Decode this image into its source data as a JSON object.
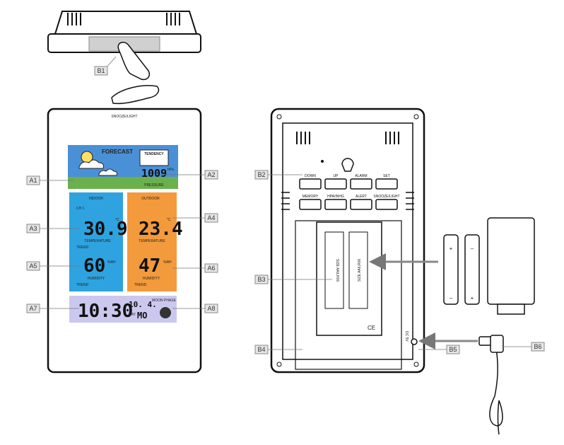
{
  "front": {
    "top_label": "SNOOZE/LIGHT",
    "forecast": {
      "title": "FORECAST",
      "tendency": "TENDENCY",
      "pressure_value": "1009",
      "pressure_unit": "hPa",
      "pressure_label": "PRESSURE"
    },
    "indoor": {
      "header": "INDOOR",
      "channel": "CH 1",
      "temp": "30.9",
      "temp_unit": "°C",
      "temp_label": "TEMPERATURE",
      "humidity": "60",
      "hum_unit": "%RH",
      "hum_label": "HUMIDITY",
      "trend": "TREND"
    },
    "outdoor": {
      "header": "OUTDOOR",
      "temp": "23.4",
      "temp_unit": "°C",
      "temp_label": "TEMPERATURE",
      "humidity": "47",
      "hum_unit": "%RH",
      "hum_label": "HUMIDITY",
      "trend": "TREND"
    },
    "time": {
      "clock": "10:30",
      "date": "10. 4.",
      "day_label": "DAY",
      "day": "MO",
      "moon_label": "MOON PHASE"
    }
  },
  "back": {
    "buttons_row1": [
      "DOWN",
      "UP",
      "ALARM",
      "SET"
    ],
    "buttons_row2": [
      "MEMORY",
      "HPA/INHG",
      "ALERT",
      "SNOOZE/LIGHT"
    ],
    "battery_text": "SIZE AA/LR06",
    "dc_label": "DC 5V"
  },
  "callouts": {
    "A1": "A1",
    "A2": "A2",
    "A3": "A3",
    "A4": "A4",
    "A5": "A5",
    "A6": "A6",
    "A7": "A7",
    "A8": "A8",
    "B1": "B1",
    "B2": "B2",
    "B3": "B3",
    "B4": "B4",
    "B5": "B5",
    "B6": "B6"
  },
  "colors": {
    "sky": "#4a90d6",
    "indoor": "#2ea3e0",
    "outdoor": "#f39a3c",
    "time": "#cbc8ef",
    "grass": "#6ab04c"
  }
}
